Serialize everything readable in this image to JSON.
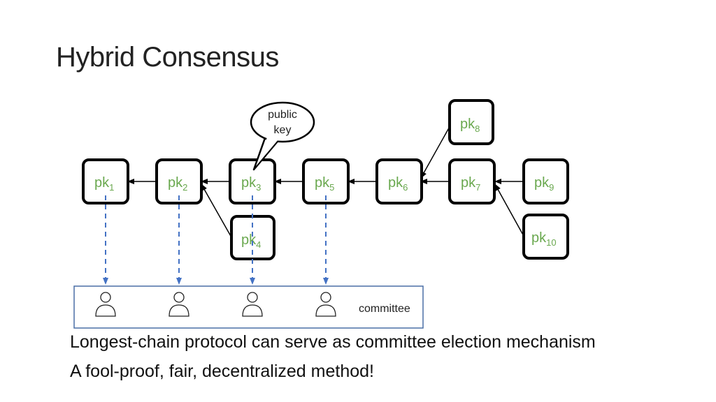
{
  "slide": {
    "title": "Hybrid Consensus",
    "bullets": [
      "Longest-chain protocol can serve as committee election mechanism",
      "A fool-proof, fair, decentralized method!"
    ]
  },
  "diagram": {
    "bubble_label_line1": "public",
    "bubble_label_line2": "key",
    "committee_label": "committee",
    "blocks": [
      {
        "prefix": "pk",
        "sub": "1"
      },
      {
        "prefix": "pk",
        "sub": "2"
      },
      {
        "prefix": "pk",
        "sub": "3"
      },
      {
        "prefix": "pk",
        "sub": "5"
      },
      {
        "prefix": "pk",
        "sub": "6"
      },
      {
        "prefix": "pk",
        "sub": "7"
      },
      {
        "prefix": "pk",
        "sub": "9"
      },
      {
        "prefix": "pk",
        "sub": "4"
      },
      {
        "prefix": "pk",
        "sub": "8"
      },
      {
        "prefix": "pk",
        "sub": "10"
      }
    ],
    "colors": {
      "label_green": "#6aa84f",
      "dashed_blue": "#4472c4",
      "committee_border": "#4a6fa5",
      "block_border": "#000000"
    }
  }
}
